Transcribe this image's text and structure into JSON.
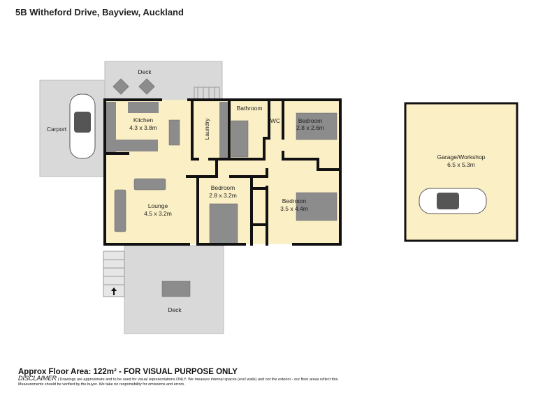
{
  "title": "5B Witheford Drive, Bayview, Auckland",
  "colors": {
    "floor": "#fbefc5",
    "deck": "#d9d9d9",
    "wall": "#111111",
    "furniture": "#8c8c8c"
  },
  "rooms": {
    "deck_top": {
      "name": "Deck"
    },
    "carport": {
      "name": "Carport"
    },
    "kitchen": {
      "name": "Kitchen",
      "size": "4.3 x 3.8m"
    },
    "laundry": {
      "name": "Laundry"
    },
    "bathroom": {
      "name": "Bathroom"
    },
    "wc": {
      "name": "WC"
    },
    "bedroom1": {
      "name": "Bedroom",
      "size": "2.8 x 2.6m"
    },
    "lounge": {
      "name": "Lounge",
      "size": "4.5 x 3.2m"
    },
    "bedroom2": {
      "name": "Bedroom",
      "size": "2.8 x 3.2m"
    },
    "bedroom3": {
      "name": "Bedroom",
      "size": "3.5 x 4.4m"
    },
    "deck_bottom": {
      "name": "Deck"
    },
    "garage": {
      "name": "Garage/Workshop",
      "size": "6.5 x 5.3m"
    }
  },
  "footer": {
    "area": "Approx Floor Area: 122m² - FOR VISUAL PURPOSE ONLY",
    "disclaimer_label": "DISCLAIMER",
    "disclaimer_text": "| Drawings are approximate and to be used for visual representations ONLY. We measure internal spaces (excl walls) and not the exterior - our floor areas reflect this. Measurements should be verified by the buyer. We take no responsibility for omissions and errors."
  }
}
